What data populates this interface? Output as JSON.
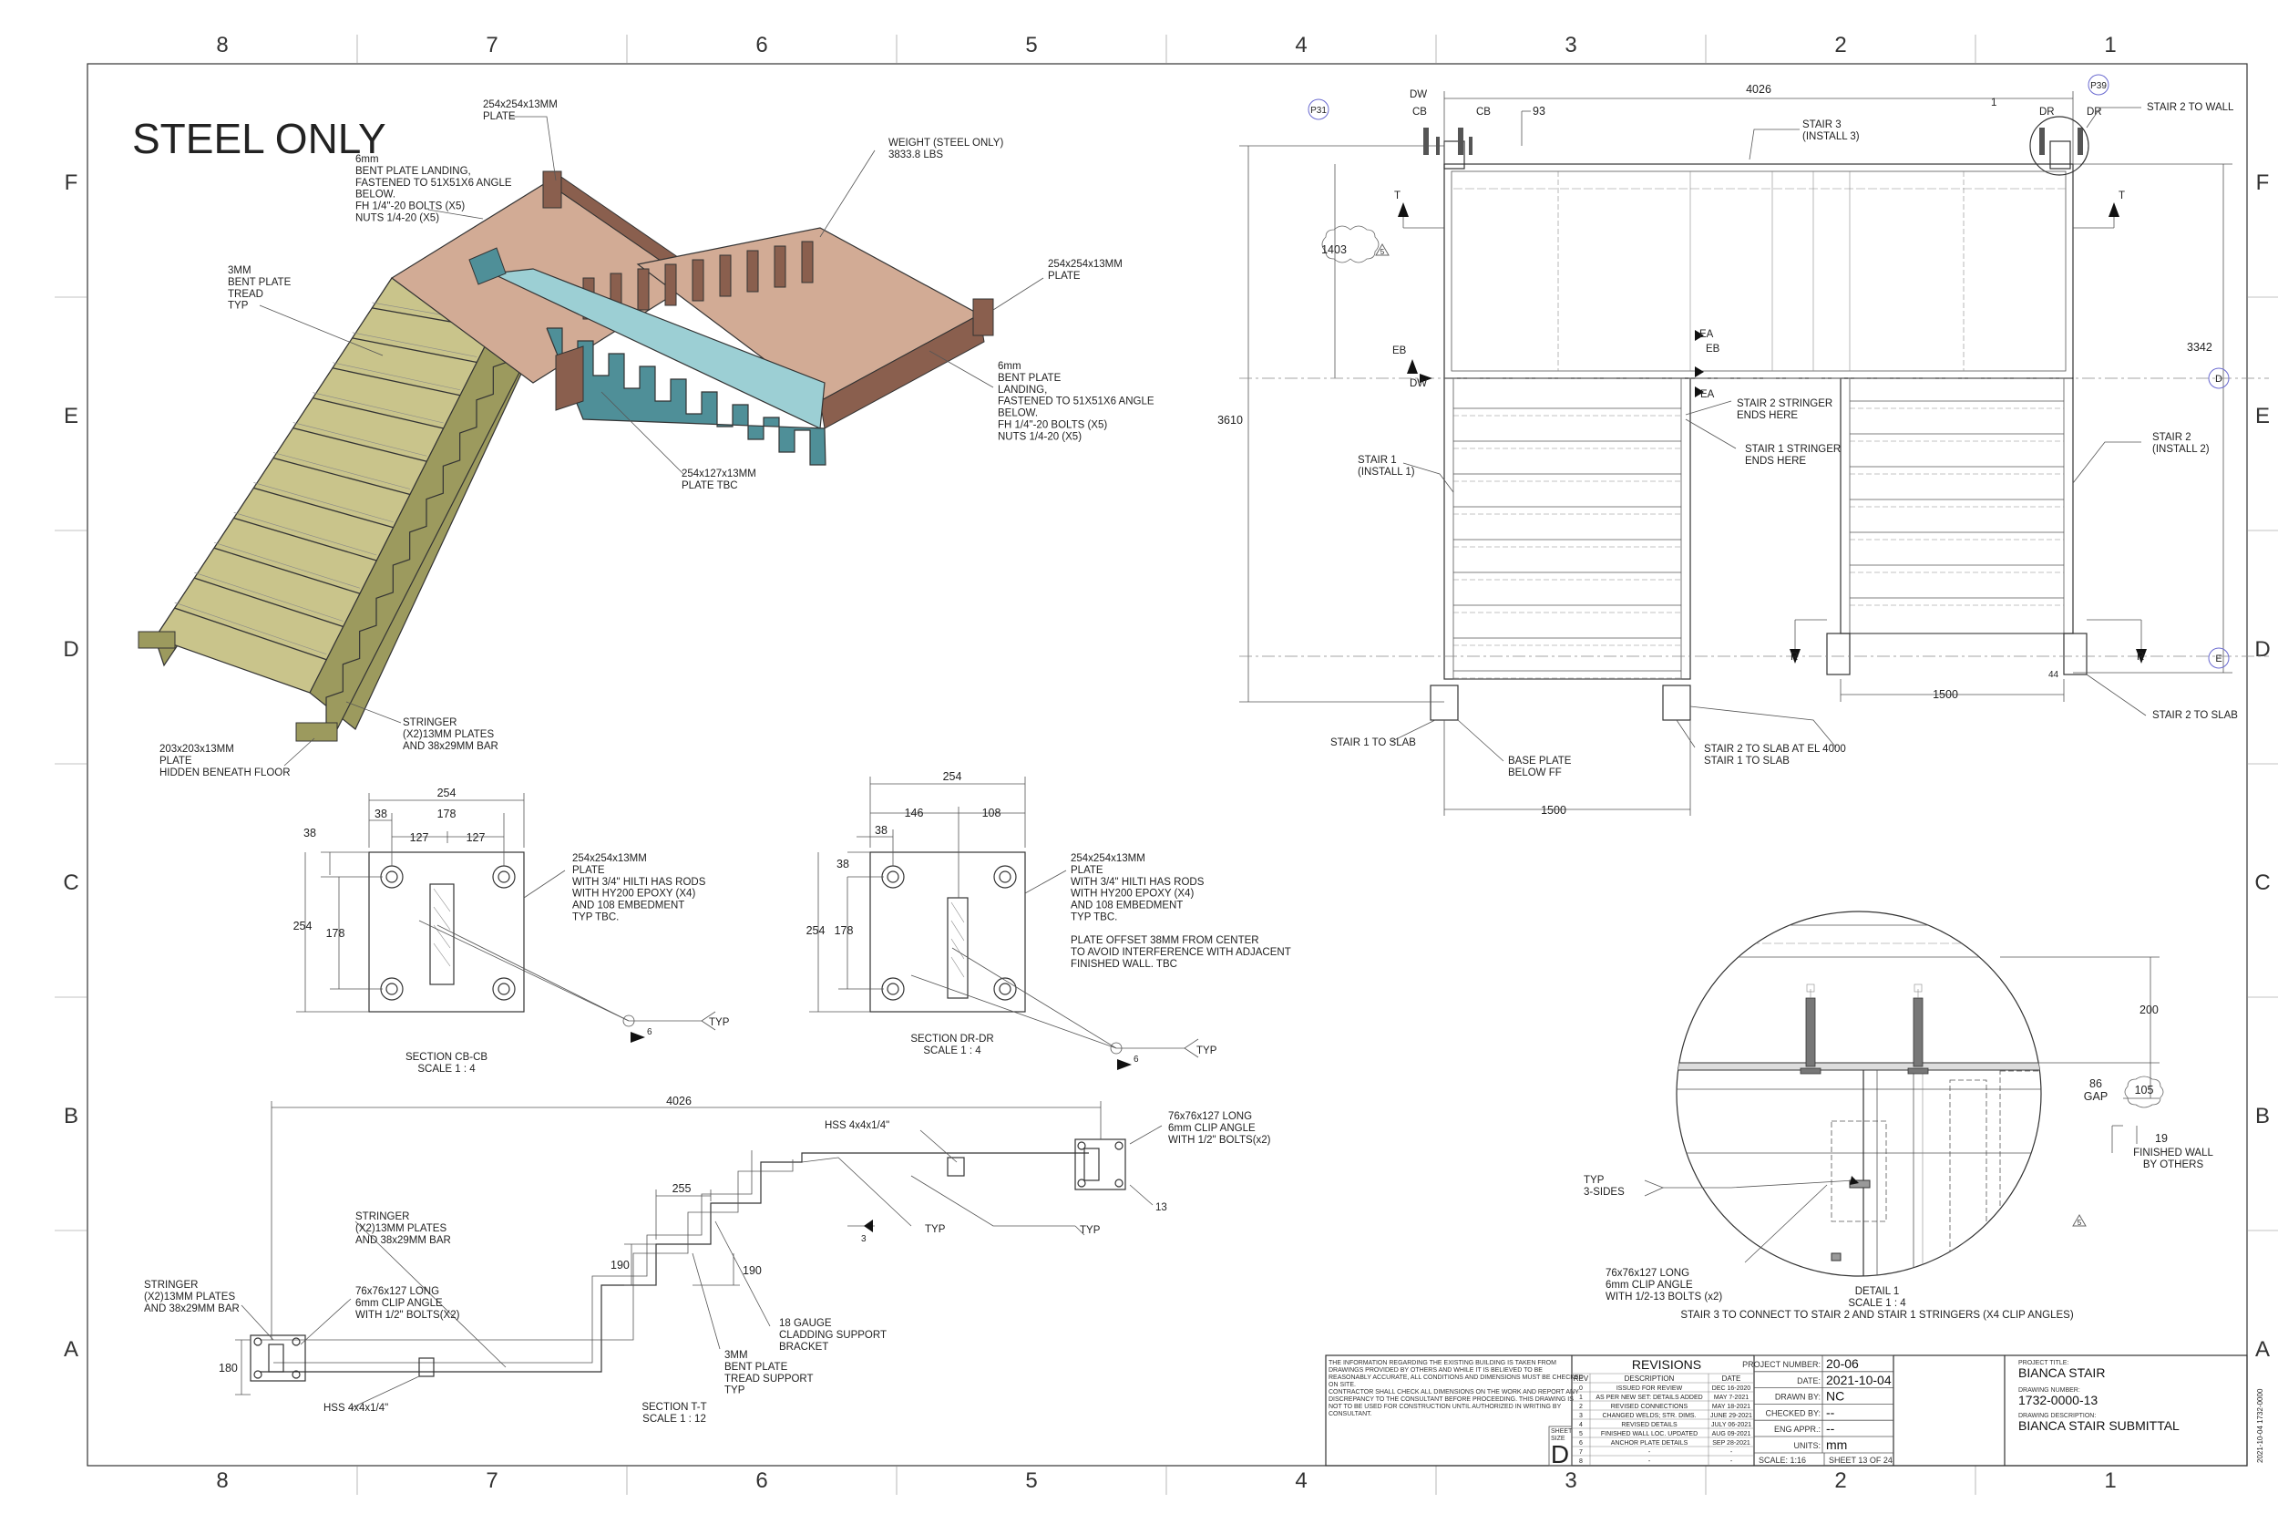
{
  "zones": {
    "columns": [
      "8",
      "7",
      "6",
      "5",
      "4",
      "3",
      "2",
      "1"
    ],
    "rows": [
      "F",
      "E",
      "D",
      "C",
      "B",
      "A"
    ]
  },
  "iso": {
    "title": "STEEL ONLY",
    "callouts": {
      "top_plate": "254x254x13MM\nPLATE",
      "landing_upper": "6mm\nBENT PLATE LANDING,\nFASTENED TO 51X51X6 ANGLE\nBELOW.\nFH 1/4\"-20 BOLTS (X5)\nNUTS 1/4-20 (X5)",
      "weight": "WEIGHT (STEEL ONLY)\n3833.8 LBS",
      "right_plate": "254x254x13MM\nPLATE",
      "landing_lower": "6mm\nBENT PLATE\nLANDING,\nFASTENED TO 51X51X6 ANGLE\nBELOW.\nFH 1/4\"-20 BOLTS (X5)\nNUTS 1/4-20 (X5)",
      "tread": "3MM\nBENT PLATE\nTREAD\nTYP",
      "mid_plate": "254x127x13MM\nPLATE TBC",
      "stringer": "STRINGER\n(X2)13MM PLATES\nAND 38x29MM BAR",
      "base_plate": "203x203x13MM\nPLATE\nHIDDEN BENEATH FLOOR"
    }
  },
  "plan": {
    "dims": {
      "top": "4026",
      "small": "93",
      "left_mid": "1403",
      "left_total": "3610",
      "right_total": "3342",
      "bottom_right": "1500",
      "bottom_left": "1500",
      "gap": "44"
    },
    "grid_bubbles": [
      "P31",
      "P39",
      "D",
      "E"
    ],
    "tags": {
      "dw1": "DW",
      "dw2": "DW",
      "cb1": "CB",
      "cb2": "CB",
      "dr1": "DR",
      "dr2": "DR",
      "one": "1",
      "t1": "T",
      "t2": "T",
      "eb1": "EB",
      "eb2": "EB",
      "ea1": "EA",
      "ea2": "EA",
      "r1": "R",
      "r2": "R",
      "tri": "5"
    },
    "callouts": {
      "stair3": "STAIR 3\n(INSTALL 3)",
      "stair2_wall": "STAIR 2 TO WALL",
      "stair1": "STAIR 1\n(INSTALL 1)",
      "stair2": "STAIR 2\n(INSTALL 2)",
      "s2_ends": "STAIR 2 STRINGER\nENDS HERE",
      "s1_ends": "STAIR 1 STRINGER\nENDS HERE",
      "s1_slab": "STAIR 1 TO SLAB",
      "base_plate": "BASE PLATE\nBELOW FF",
      "s2_slab_el": "STAIR 2 TO SLAB AT EL 4000\nSTAIR 1 TO SLAB",
      "s2_slab": "STAIR 2 TO SLAB"
    }
  },
  "sections": {
    "cb": {
      "dims": {
        "total": "254",
        "left": "38",
        "inner": "178",
        "a": "127",
        "b": "127",
        "top_off": "38",
        "height": "254",
        "inner_h": "178",
        "weld": "6"
      },
      "note": "254x254x13MM\nPLATE\nWITH 3/4\" HILTI HAS RODS\nWITH HY200 EPOXY (X4)\nAND 108 EMBEDMENT\nTYP TBC.",
      "typ": "TYP",
      "title": "SECTION CB-CB\nSCALE 1 : 4"
    },
    "dr": {
      "dims": {
        "total": "254",
        "a": "146",
        "b": "108",
        "left": "38",
        "top_off": "38",
        "height": "254",
        "inner_h": "178",
        "weld": "6"
      },
      "note": "254x254x13MM\nPLATE\nWITH 3/4\" HILTI HAS RODS\nWITH HY200 EPOXY (X4)\nAND 108 EMBEDMENT\nTYP TBC.\n\nPLATE OFFSET 38MM FROM CENTER\nTO AVOID INTERFERENCE WITH ADJACENT\nFINISHED WALL. TBC",
      "typ": "TYP",
      "title": "SECTION DR-DR\nSCALE 1 : 4"
    },
    "tt": {
      "dims": {
        "total": "4026",
        "tread": "255",
        "riser1": "190",
        "riser2": "190",
        "h": "180",
        "weld": "3",
        "bolt_off": "13"
      },
      "callouts": {
        "hss_top": "HSS 4x4x1/4\"",
        "clip_top": "76x76x127 LONG\n6mm CLIP ANGLE\nWITH 1/2\" BOLTS(x2)",
        "stringer_mid": "STRINGER\n(X2)13MM PLATES\nAND 38x29MM BAR",
        "stringer_left": "STRINGER\n(X2)13MM PLATES\nAND 38x29MM BAR",
        "clip_left": "76x76x127 LONG\n6mm CLIP ANGLE\nWITH 1/2\" BOLTS(X2)",
        "hss_bottom": "HSS 4x4x1/4\"",
        "cladding": "18 GAUGE\nCLADDING SUPPORT\nBRACKET",
        "tread_support": "3MM\nBENT PLATE\nTREAD SUPPORT\nTYP",
        "typ1": "TYP",
        "typ2": "TYP"
      },
      "title": "SECTION T-T\nSCALE 1 : 12"
    }
  },
  "detail1": {
    "dims": {
      "d200": "200",
      "d86": "86\nGAP",
      "d105": "105",
      "d19": "19"
    },
    "callouts": {
      "wall": "FINISHED WALL\nBY OTHERS",
      "typ3": "TYP\n3-SIDES",
      "clip": "76x76x127 LONG\n6mm CLIP ANGLE\nWITH 1/2-13 BOLTS (x2)"
    },
    "tri": "5",
    "title": "DETAIL 1\nSCALE 1 : 4\nSTAIR 3 TO CONNECT TO STAIR 2 AND STAIR 1 STRINGERS (X4 CLIP ANGLES)"
  },
  "titleblock": {
    "notes": "THE INFORMATION REGARDING THE EXISTING BUILDING IS TAKEN FROM DRAWINGS PROVIDED BY OTHERS AND WHILE IT IS BELIEVED TO BE REASONABLY ACCURATE, ALL CONDITIONS AND DIMENSIONS MUST BE CHECKED ON SITE.\nCONTRACTOR SHALL CHECK ALL DIMENSIONS ON THE WORK AND REPORT ANY DISCREPANCY TO THE CONSULTANT BEFORE PROCEEDING. THIS DRAWING IS NOT TO BE USED FOR CONSTRUCTION UNTIL AUTHORIZED IN WRITING BY CONSULTANT.",
    "revisions_title": "REVISIONS",
    "rev_headers": [
      "REV",
      "DESCRIPTION",
      "DATE"
    ],
    "revisions": [
      [
        "0",
        "ISSUED FOR REVIEW",
        "DEC 16-2020"
      ],
      [
        "1",
        "AS PER NEW SET: DETAILS ADDED",
        "MAY 7-2021"
      ],
      [
        "2",
        "REVISED CONNECTIONS",
        "MAY 18-2021"
      ],
      [
        "3",
        "CHANGED WELDS; STR. DIMS.",
        "JUNE 29-2021"
      ],
      [
        "4",
        "REVISED DETAILS",
        "JULY 06-2021"
      ],
      [
        "5",
        "FINISHED WALL LOC. UPDATED",
        "AUG 09-2021"
      ],
      [
        "6",
        "ANCHOR PLATE DETAILS",
        "SEP 28-2021"
      ],
      [
        "7",
        "-",
        "-"
      ],
      [
        "8",
        "-",
        "-"
      ]
    ],
    "sheet_size_label": "SHEET\nSIZE",
    "sheet_size": "D",
    "fields": [
      {
        "label": "PROJECT NUMBER:",
        "value": "20-06"
      },
      {
        "label": "DATE:",
        "value": "2021-10-04"
      },
      {
        "label": "DRAWN BY:",
        "value": "NC"
      },
      {
        "label": "CHECKED BY:",
        "value": "--"
      },
      {
        "label": "ENG APPR.:",
        "value": "--"
      },
      {
        "label": "UNITS:",
        "value": "mm"
      }
    ],
    "scale": "SCALE: 1:16",
    "sheet": "SHEET 13 OF 24",
    "project_title_label": "PROJECT TITLE:",
    "project_title": "BIANCA STAIR",
    "drawing_number_label": "DRAWING NUMBER:",
    "drawing_number": "1732-0000-13",
    "drawing_desc_label": "DRAWING DESCRIPTION:",
    "drawing_desc": "BIANCA STAIR SUBMITTAL",
    "vertical_stamp": "2021-10-04   1732-0000"
  },
  "colors": {
    "stair_tread": "#c9c48b",
    "stair_side": "#9c9a5e",
    "landing": "#d2ab95",
    "landing_side": "#8a5f4e",
    "stair_cyan": "#9ccfd4",
    "stair_cyan_side": "#4f8f98",
    "line": "#333333"
  }
}
